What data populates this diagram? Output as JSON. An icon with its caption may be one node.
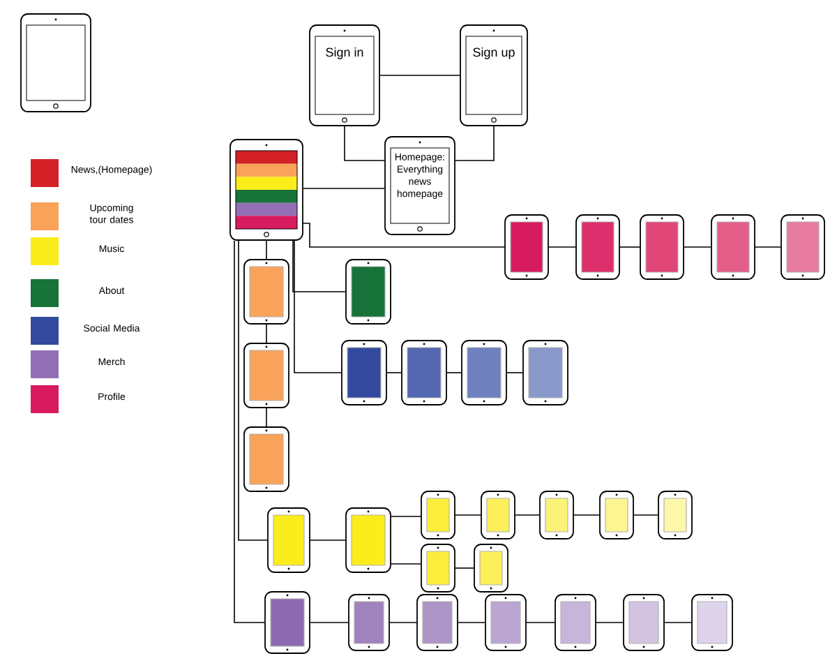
{
  "diagram": {
    "nodes": [
      {
        "text": [],
        "shape": "box"
      },
      {
        "text": [
          "Sign in"
        ]
      },
      {
        "text": [
          "Sign up"
        ]
      },
      {
        "text": [
          "Homepage: Everything news homepage"
        ]
      },
      {
        "text": [],
        "shape": "box"
      },
      {
        "text": [],
        "shape": "box"
      },
      {
        "text": [],
        "shape": "box"
      },
      {
        "text": [],
        "shape": "box"
      },
      {
        "text": [],
        "shape": "box"
      },
      {
        "text": [],
        "shape": "box"
      },
      {
        "text": [],
        "shape": "box"
      },
      {
        "text": [],
        "shape": "box"
      },
      {
        "text": [],
        "shape": "box"
      },
      {
        "text": [],
        "shape": "box"
      },
      {
        "text": [],
        "shape": "box"
      },
      {
        "text": [],
        "shape": "box"
      },
      {
        "text": [],
        "shape": "box"
      },
      {
        "text": [],
        "shape": "box"
      },
      {
        "text": [],
        "shape": "box"
      },
      {
        "text": [],
        "shape": "box"
      },
      {
        "text": [],
        "shape": "box"
      },
      {
        "text": [],
        "shape": "box"
      },
      {
        "text": [],
        "shape": "box"
      },
      {
        "text": [],
        "shape": "box"
      },
      {
        "text": [],
        "shape": "box"
      },
      {
        "text": [],
        "shape": "box"
      },
      {
        "text": [],
        "shape": "box"
      },
      {
        "text": [],
        "shape": "box"
      },
      {
        "text": [],
        "shape": "box"
      },
      {
        "text": [],
        "shape": "box"
      },
      {
        "text": [],
        "shape": "box"
      },
      {
        "text": [],
        "shape": "box"
      },
      {
        "text": [],
        "shape": "box"
      },
      {
        "text": [],
        "shape": "box"
      }
    ],
    "edges": [
      {
        "from": 1,
        "to": 2,
        "arrow": "none"
      },
      {
        "from": 1,
        "to": 3,
        "arrow": "none"
      },
      {
        "from": 2,
        "to": 3,
        "arrow": "none"
      },
      {
        "from": 3,
        "to": 4,
        "arrow": "none"
      },
      {
        "from": 4,
        "to": 5,
        "arrow": "none"
      },
      {
        "from": 5,
        "to": 6,
        "arrow": "none"
      },
      {
        "from": 6,
        "to": 7,
        "arrow": "none"
      },
      {
        "from": 7,
        "to": 8,
        "arrow": "none"
      },
      {
        "from": 8,
        "to": 9,
        "arrow": "none"
      },
      {
        "from": 4,
        "to": 10,
        "arrow": "none"
      },
      {
        "from": 4,
        "to": 11,
        "arrow": "none"
      },
      {
        "from": 10,
        "to": 12,
        "arrow": "none"
      },
      {
        "from": 4,
        "to": 13,
        "arrow": "none"
      },
      {
        "from": 13,
        "to": 14,
        "arrow": "none"
      },
      {
        "from": 14,
        "to": 15,
        "arrow": "none"
      },
      {
        "from": 15,
        "to": 16,
        "arrow": "none"
      },
      {
        "from": 12,
        "to": 17,
        "arrow": "none"
      },
      {
        "from": 4,
        "to": 18,
        "arrow": "none"
      },
      {
        "from": 4,
        "to": 27,
        "arrow": "none"
      },
      {
        "from": 18,
        "to": 19,
        "arrow": "none"
      },
      {
        "from": 19,
        "to": 20,
        "arrow": "none"
      },
      {
        "from": 19,
        "to": 25,
        "arrow": "none"
      },
      {
        "from": 20,
        "to": 21,
        "arrow": "none"
      },
      {
        "from": 21,
        "to": 22,
        "arrow": "none"
      },
      {
        "from": 22,
        "to": 23,
        "arrow": "none"
      },
      {
        "from": 23,
        "to": 24,
        "arrow": "none"
      },
      {
        "from": 25,
        "to": 26,
        "arrow": "none"
      },
      {
        "from": 27,
        "to": 28,
        "arrow": "none"
      },
      {
        "from": 28,
        "to": 29,
        "arrow": "none"
      },
      {
        "from": 29,
        "to": 30,
        "arrow": "none"
      },
      {
        "from": 30,
        "to": 31,
        "arrow": "none"
      },
      {
        "from": 31,
        "to": 32,
        "arrow": "none"
      },
      {
        "from": 32,
        "to": 33,
        "arrow": "none"
      }
    ],
    "legend": [
      {
        "text": "News,(Homepage)",
        "color": "#d42027"
      },
      {
        "text": "Upcoming tour dates",
        "color": "#f9a25a"
      },
      {
        "text": "Music",
        "color": "#fbec1c"
      },
      {
        "text": "About",
        "color": "#17733a"
      },
      {
        "text": "Social Media",
        "color": "#334a9e"
      },
      {
        "text": "Merch",
        "color": "#9370b5"
      },
      {
        "text": "Profile",
        "color": "#d81b5f"
      }
    ]
  }
}
